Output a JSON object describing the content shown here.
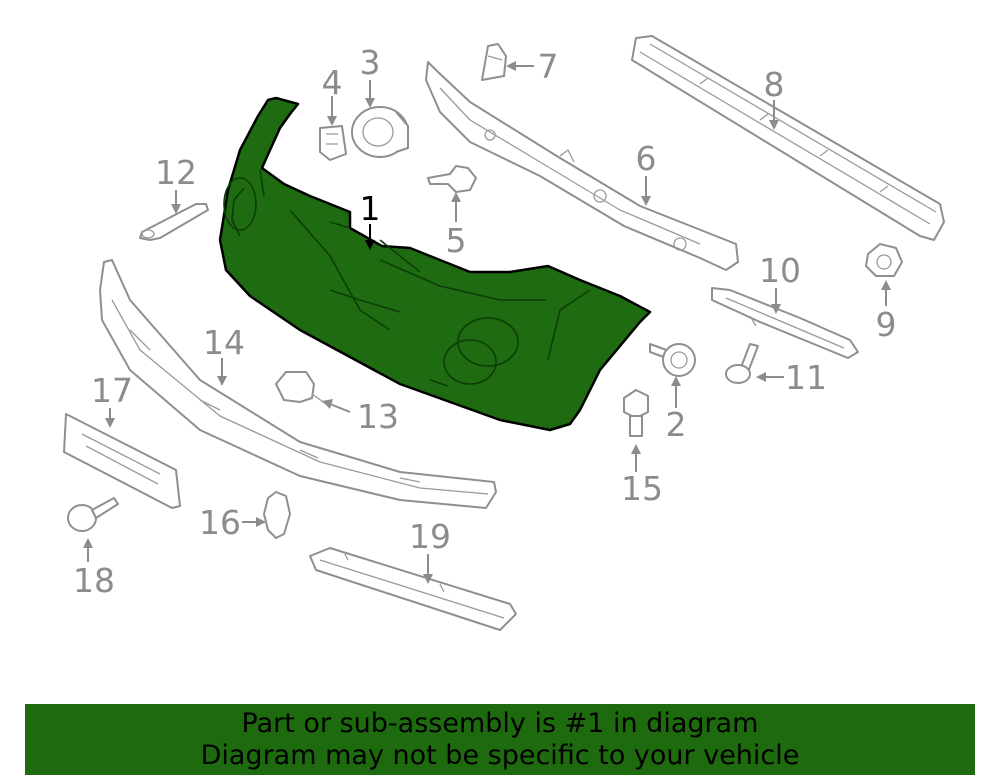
{
  "highlight_color": "#1e6a0e",
  "callouts": {
    "c1": "1",
    "c2": "2",
    "c3": "3",
    "c4": "4",
    "c5": "5",
    "c6": "6",
    "c7": "7",
    "c8": "8",
    "c9": "9",
    "c10": "10",
    "c11": "11",
    "c12": "12",
    "c13": "13",
    "c14": "14",
    "c15": "15",
    "c16": "16",
    "c17": "17",
    "c18": "18",
    "c19": "19"
  },
  "banner": {
    "line1": "Part or sub-assembly is #1 in diagram",
    "line2": "Diagram may not be specific to your vehicle"
  }
}
